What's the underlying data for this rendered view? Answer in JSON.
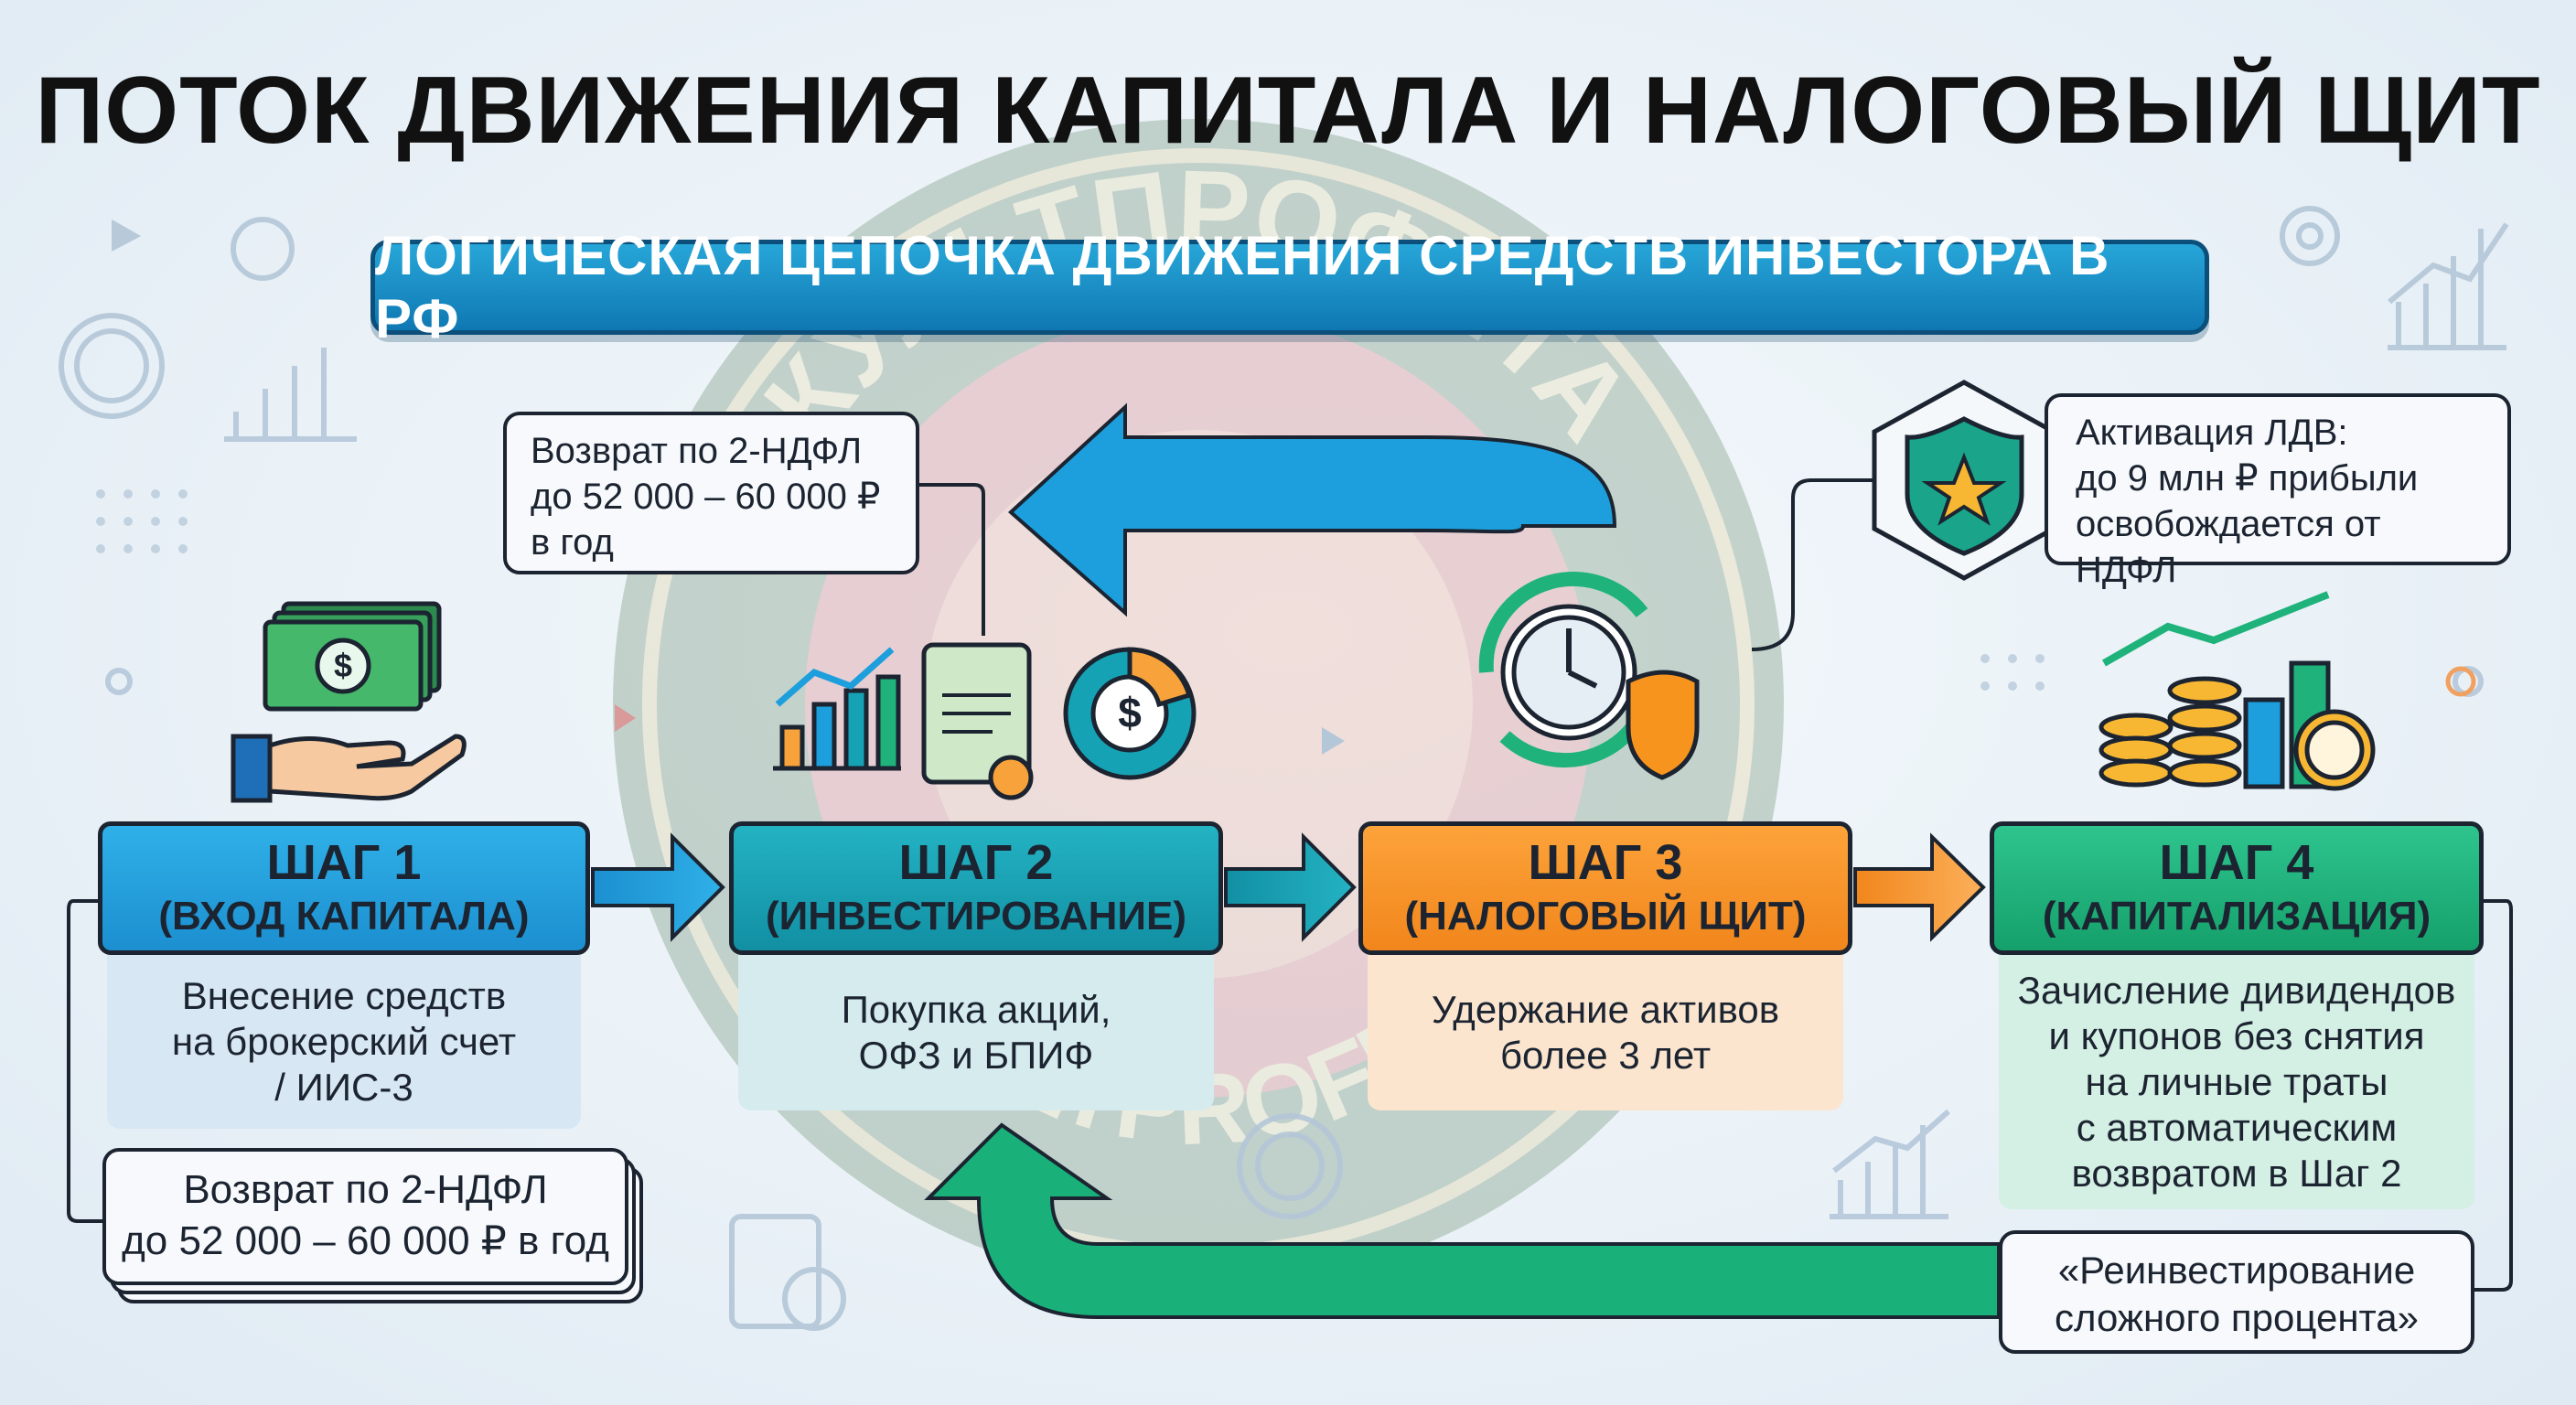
{
  "header": {
    "title": "ПОТОК ДВИЖЕНИЯ КАПИТАЛА И НАЛОГОВЫЙ ЩИТ",
    "subtitle": "ЛОГИЧЕСКАЯ ЦЕПОЧКА ДВИЖЕНИЯ СРЕДСТВ ИНВЕСТОРА В РФ"
  },
  "watermark": {
    "top_text": "КУЛЬТПРОФИТА",
    "bottom_text": "KULTPROFITA"
  },
  "steps": [
    {
      "title": "ШАГ 1",
      "subtitle": "(ВХОД КАПИТАЛА)",
      "lines": [
        "Внесение средств",
        "на брокерский счет",
        "/ ИИС-3"
      ],
      "color": "#1c9fdc",
      "icon": "money-hand-icon"
    },
    {
      "title": "ШАГ 2",
      "subtitle": "(ИНВЕСТИРОВАНИЕ)",
      "lines": [
        "Покупка акций,",
        "ОФЗ и БПИФ"
      ],
      "color": "#16a2b5",
      "icon": "invest-assets-icon"
    },
    {
      "title": "ШАГ 3",
      "subtitle": "(НАЛОГОВЫЙ ЩИТ)",
      "lines": [
        "Удержание активов",
        "более 3 лет"
      ],
      "color": "#f7941d",
      "icon": "clock-shield-icon"
    },
    {
      "title": "ШАГ 4",
      "subtitle": "(КАПИТАЛИЗАЦИЯ)",
      "lines": [
        "Зачисление дивидендов",
        "и купонов без снятия",
        "на личные траты",
        "с автоматическим",
        "возвратом в Шаг 2"
      ],
      "color": "#1fb37b",
      "icon": "coins-growth-icon"
    }
  ],
  "notes": {
    "refund_top": [
      "Возврат по 2-НДФЛ",
      "до 52 000 – 60 000 ₽",
      "в год"
    ],
    "refund_bottom": [
      "Возврат по 2-НДФЛ",
      "до 52 000 – 60 000 ₽ в год"
    ],
    "ldv": [
      "Активация ЛДВ:",
      "до 9 млн ₽ прибыли",
      "освобождается от НДФЛ"
    ],
    "reinvest": [
      "«Реинвестирование",
      "сложного процента»"
    ]
  },
  "colors": {
    "accent_blue": "#1c9fdc",
    "accent_teal": "#16a2b5",
    "accent_orange": "#f7941d",
    "accent_green": "#1fb37b",
    "outline": "#1b2430"
  }
}
